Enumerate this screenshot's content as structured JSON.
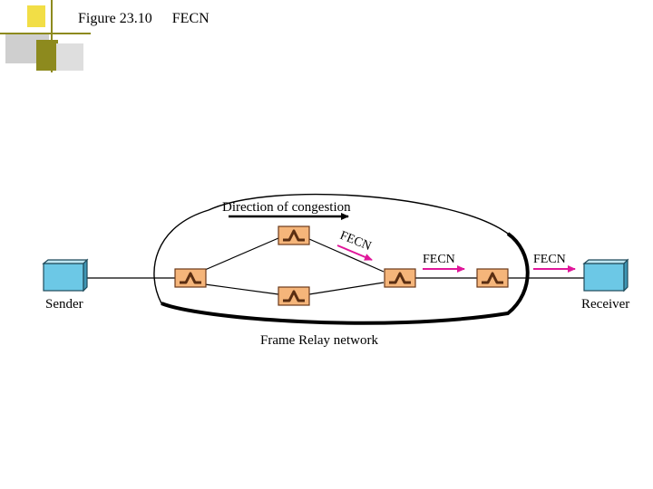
{
  "header": {
    "figure_number": "Figure 23.10",
    "figure_title": "FECN"
  },
  "diagram": {
    "network_label": "Frame Relay network",
    "direction_label": "Direction of congestion",
    "sender_label": "Sender",
    "receiver_label": "Receiver",
    "fecn_labels": [
      "FECN",
      "FECN",
      "FECN"
    ],
    "colors": {
      "switch_fill": "#f5b57a",
      "switch_stroke": "#6b3a1a",
      "computer_fill": "#6cc8e6",
      "computer_stroke": "#1f4a5a",
      "arrow_fecn": "#e0169a",
      "line": "#000000",
      "accent_yellow": "#f2de46",
      "accent_olive": "#8d8a1e",
      "accent_gray": "#cfcfcf"
    },
    "icons": [
      "switch-icon",
      "computer-icon"
    ]
  }
}
